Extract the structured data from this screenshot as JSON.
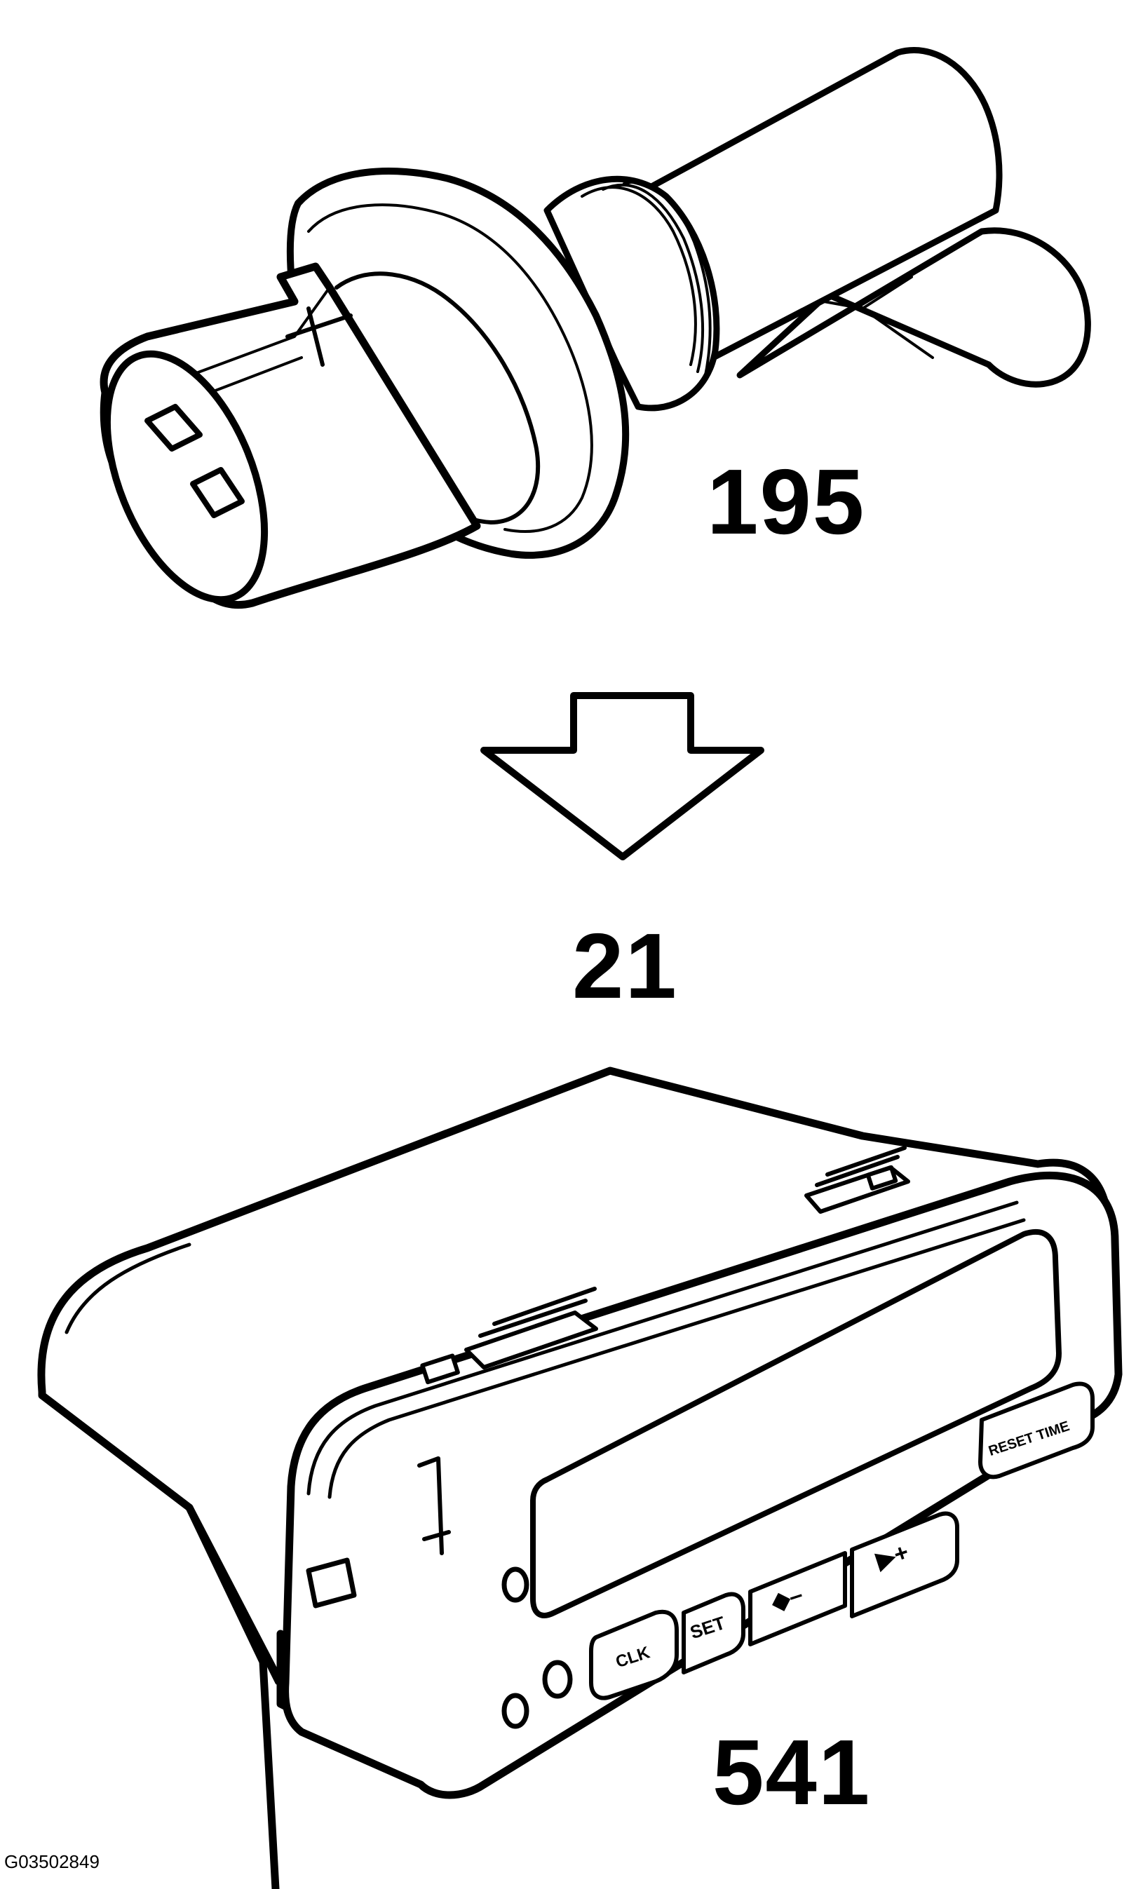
{
  "labels": {
    "sensor_part_number": "195",
    "step_number": "21",
    "panel_part_number": "541",
    "figure_id": "G03502849"
  },
  "panel_buttons": {
    "clock": "CLK",
    "set": "SET",
    "minus": "◆–",
    "plus": "▶+",
    "reset": "RESET TIME"
  },
  "icons": {
    "sensor": "temperature-sensor-icon",
    "arrow": "down-arrow-icon",
    "panel": "display-panel-icon"
  },
  "colors": {
    "line": "#000000",
    "background": "#ffffff"
  }
}
